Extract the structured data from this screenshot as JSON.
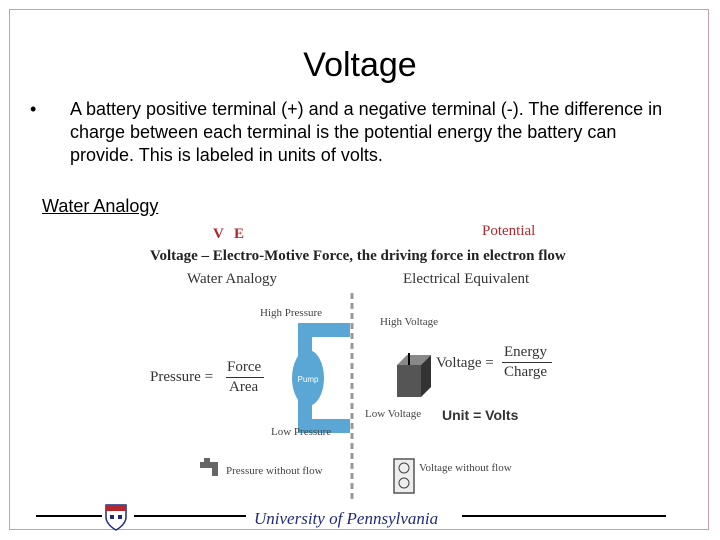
{
  "slide": {
    "title": "Voltage",
    "bullet": "A battery positive terminal (+) and a negative terminal (-). The difference in charge between each terminal is the potential energy the battery can provide. This is labeled in units of volts.",
    "subheading": "Water Analogy",
    "footer": "University of Pennsylvania"
  },
  "figure": {
    "letter_v": "V",
    "letter_e": "E",
    "potential_label": "Potential",
    "definition": "Voltage – Electro-Motive Force, the driving force in electron flow",
    "water_heading": "Water Analogy",
    "electric_heading": "Electrical Equivalent",
    "high_pressure": "High Pressure",
    "low_pressure": "Low Pressure",
    "pump": "Pump",
    "pressure_lhs": "Pressure =",
    "force": "Force",
    "area": "Area",
    "high_voltage": "High Voltage",
    "low_voltage": "Low Voltage",
    "voltage_lhs": "Voltage =",
    "energy": "Energy",
    "charge": "Charge",
    "unit": "Unit = Volts",
    "pressure_without_flow": "Pressure without flow",
    "voltage_without_flow": "Voltage without flow"
  },
  "colors": {
    "accent_red": "#b3272f",
    "pipe_blue": "#5aa7d6",
    "footer_blue": "#1f2a7a"
  }
}
